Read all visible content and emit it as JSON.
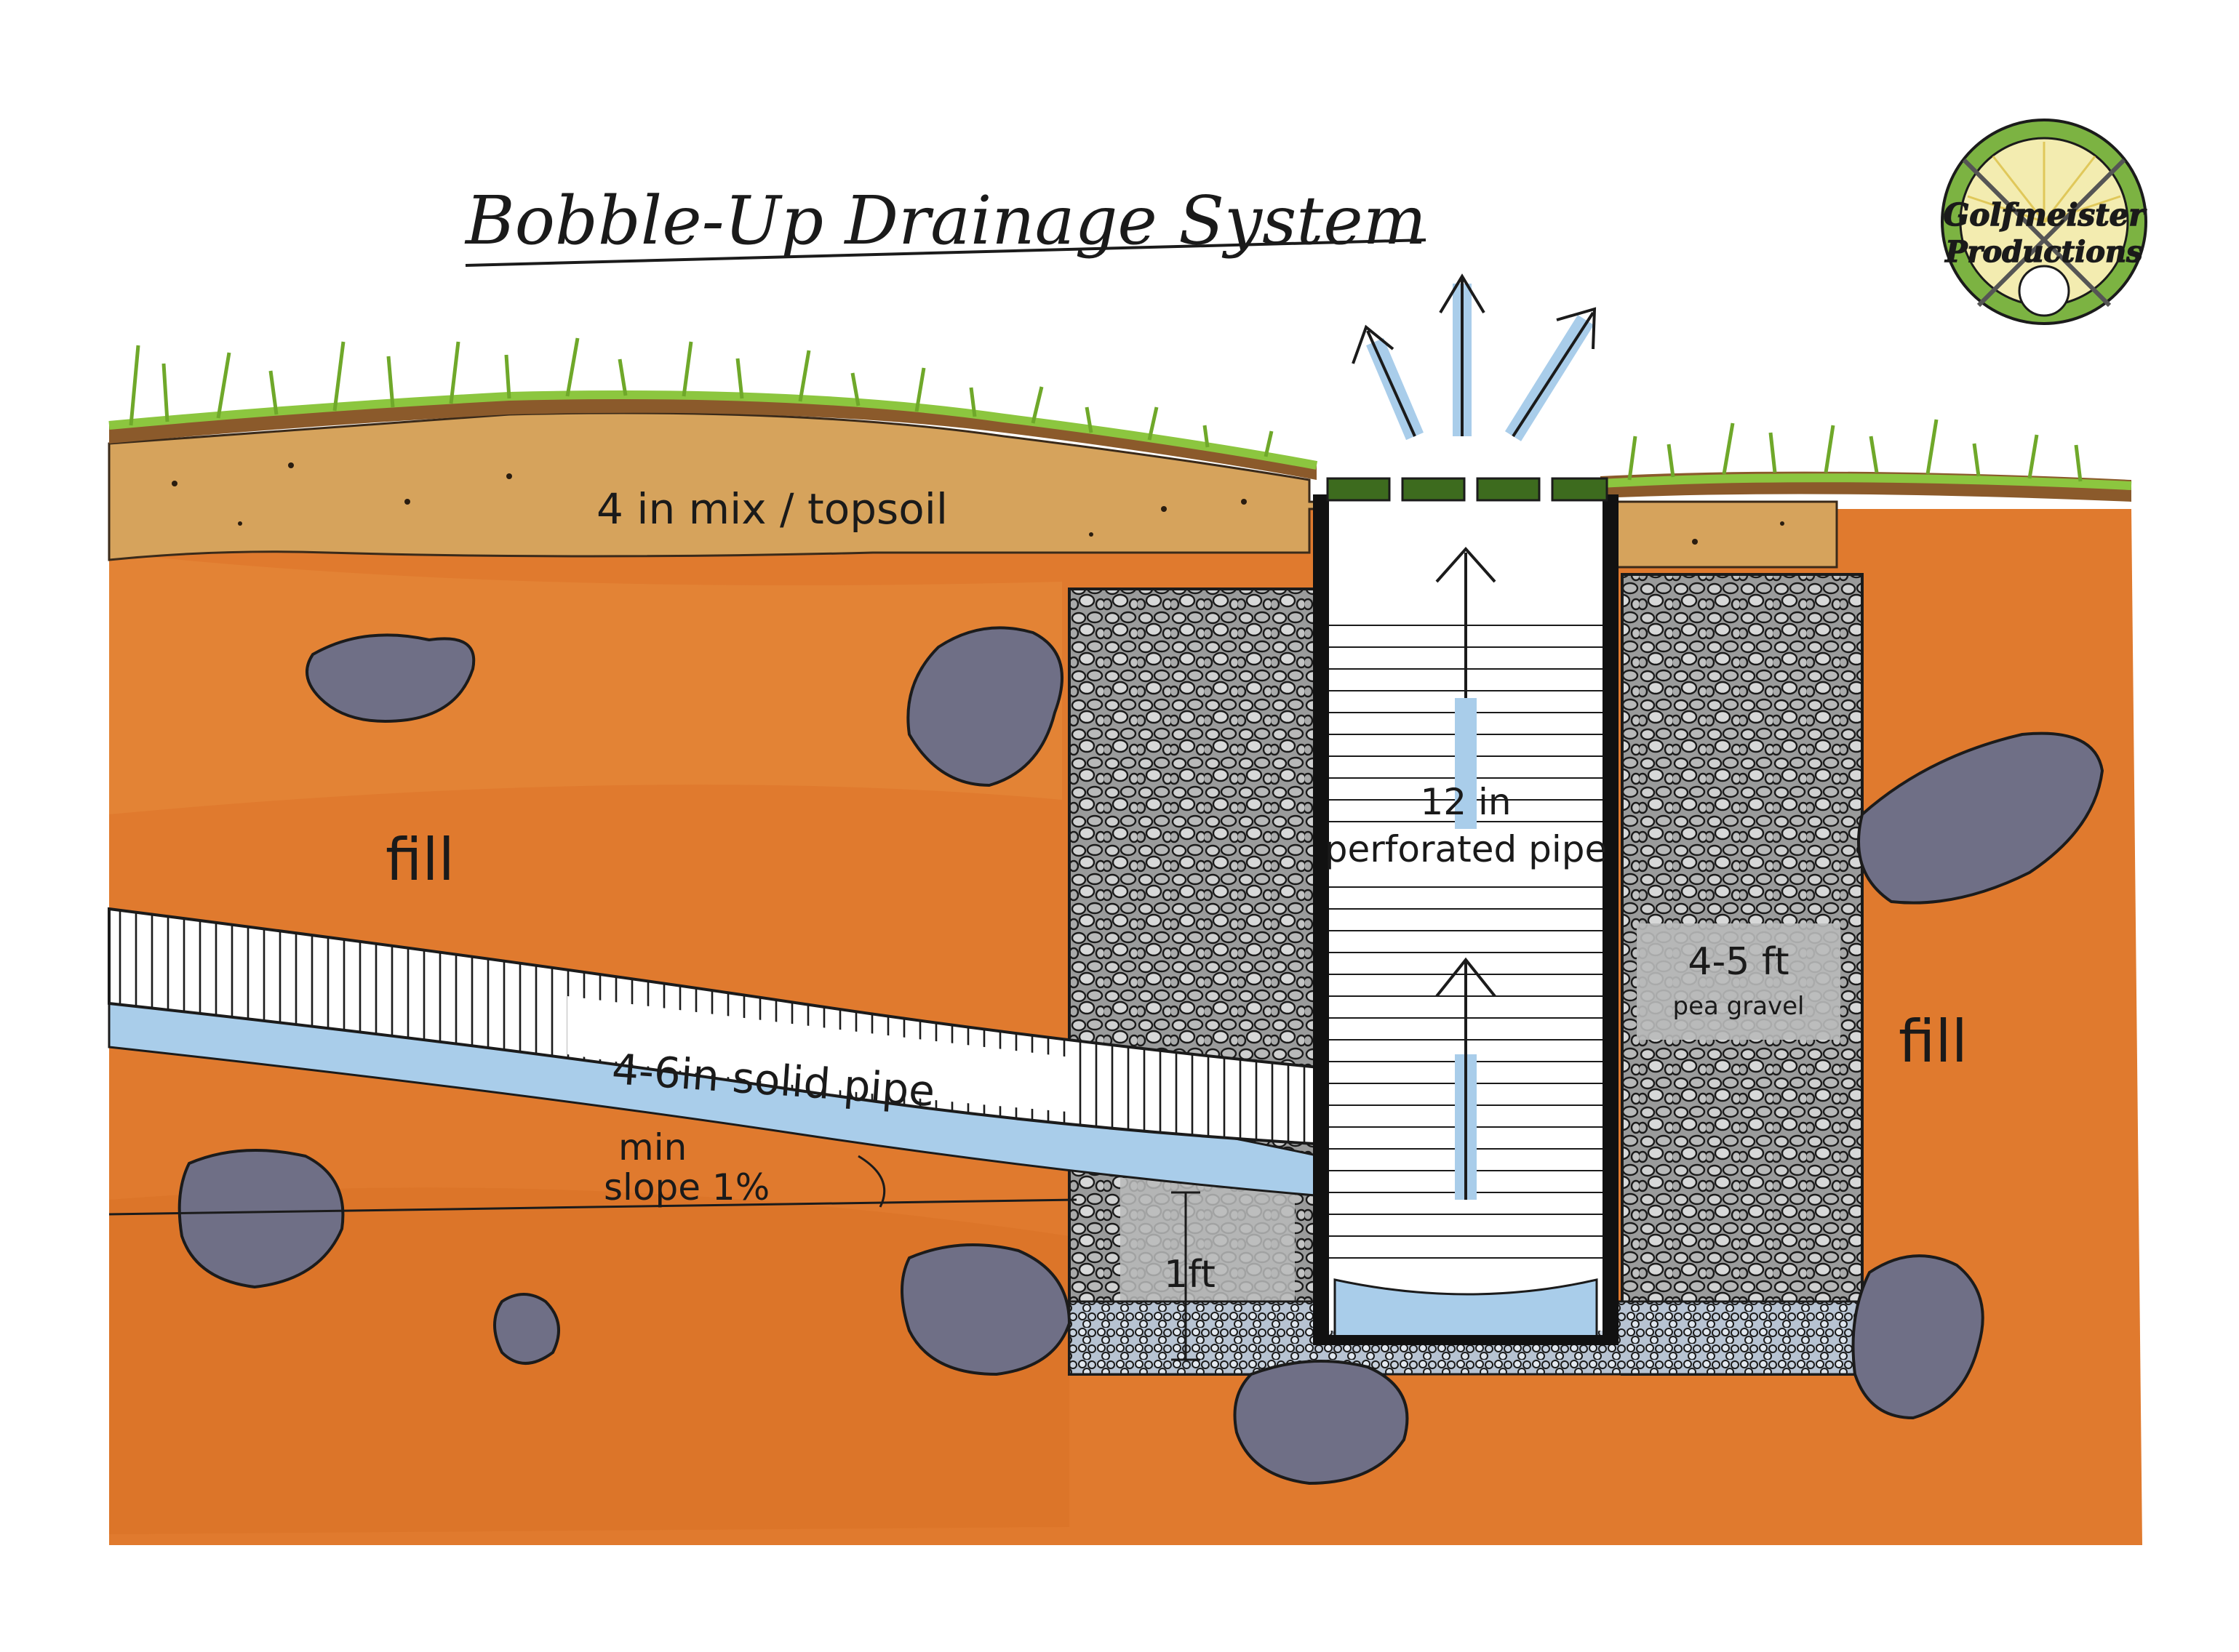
{
  "diagram": {
    "title": "Bobble-Up Drainage System",
    "labels": {
      "topsoil": "4 in mix / topsoil",
      "fill_left": "fill",
      "fill_right": "fill",
      "perforated_pipe_line1": "12 in",
      "perforated_pipe_line2": "perforated pipe",
      "gravel_depth_line1": "4-5 ft",
      "gravel_depth_line2": "pea gravel",
      "solid_pipe": "4-6in solid pipe",
      "slope_line1": "min",
      "slope_line2": "slope 1%",
      "sump_depth": "1ft"
    },
    "logo": {
      "line1": "Golfmeister",
      "line2": "Productions"
    },
    "colors": {
      "clay": "#e07a2e",
      "topsoil": "#d6a35c",
      "grass": "#8cc63f",
      "rock": "#6f6f86",
      "gravel": "#8f9090",
      "water": "#a9cdea",
      "grate": "#3d6b1e",
      "pipe_wall": "#111111"
    }
  }
}
